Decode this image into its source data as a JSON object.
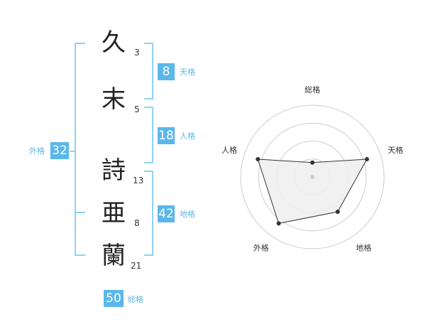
{
  "name": {
    "chars": [
      {
        "char": "久",
        "strokes": "3"
      },
      {
        "char": "末",
        "strokes": "5"
      },
      {
        "char": "詩",
        "strokes": "13"
      },
      {
        "char": "亜",
        "strokes": "8"
      },
      {
        "char": "蘭",
        "strokes": "21"
      }
    ]
  },
  "fortune": {
    "tenkaku": {
      "value": "8",
      "label": "天格"
    },
    "jinkaku": {
      "value": "18",
      "label": "人格"
    },
    "chikaku": {
      "value": "42",
      "label": "地格"
    },
    "gaikaku": {
      "value": "32",
      "label": "外格"
    },
    "soukaku": {
      "value": "50",
      "label": "総格"
    }
  },
  "chart_data": {
    "type": "radar",
    "axes": [
      "総格",
      "天格",
      "地格",
      "外格",
      "人格"
    ],
    "values": [
      1,
      4,
      3,
      4,
      4
    ],
    "max": 5,
    "rings": 4,
    "colors": {
      "fill": "#eeeeee",
      "stroke": "#333333",
      "grid": "#cccccc",
      "accent": "#5bb7ea"
    }
  }
}
